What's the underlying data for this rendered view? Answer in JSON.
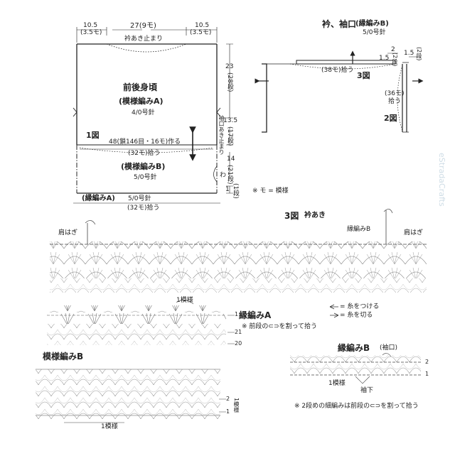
{
  "body": {
    "dim_top_left": "10.5",
    "dim_top_left_sub": "(3.5モ)",
    "dim_top_mid": "27(9モ)",
    "dim_top_right": "10.5",
    "dim_top_right_sub": "(3.5モ)",
    "neck_stop": "衿あき止まり",
    "title": "前後身頃",
    "pattern_a": "(模様編みA)",
    "needle_a": "4/0号針",
    "fig1": "1図",
    "chain_start": "48(鎖146目・16モ)作る",
    "pickup_32_mid": "(32モ)拾う",
    "pattern_b": "(模様編みB)",
    "needle_b": "5/0号針",
    "edge_a": "(縁編みA)",
    "needle_edge": "5/0号針",
    "pickup_32_bottom": "(32モ)拾う",
    "side_23": "23",
    "side_28": "(28段)",
    "side_armhole": "袖口あき止まり",
    "side_13_5": "13.5",
    "side_17": "(17段)",
    "side_14": "14",
    "side_21": "(21段)",
    "side_1": "1",
    "side_1_row": "(1段)",
    "side_wa": "わ",
    "note_mo": "※ モ = 模様"
  },
  "collar": {
    "title": "衿、袖口",
    "pattern": "(縁編みB)",
    "needle": "5/0号針",
    "side_2": "2",
    "side_2_row": "(2段)",
    "val_1_5_a": "1.5",
    "val_1_5_b": "1.5",
    "side_2b": "(2段)",
    "pickup_38": "(38モ)拾う",
    "fig3": "3図",
    "pickup_36": "(36モ)",
    "pickup_36_b": "拾う",
    "fig2": "2図"
  },
  "neck_chart": {
    "title": "3図",
    "subtitle": "衿あき",
    "shoulder_left": "肩はぎ",
    "shoulder_right": "肩はぎ",
    "edge_b": "縁編みB"
  },
  "legend": {
    "join": "= 糸をつける",
    "cut": "= 糸を切る"
  },
  "edge_a_chart": {
    "one_repeat": "1模様",
    "title": "縁編みA",
    "note": "※ 前段の⊂⊃を割って拾う",
    "row1": "1",
    "row21": "21",
    "row20": "20"
  },
  "pattern_b_chart": {
    "title": "模様編みB",
    "one_repeat": "1模様",
    "row2": "2",
    "row1": "1",
    "repeat_side": "1模様"
  },
  "edge_b_chart": {
    "title": "縁編みB",
    "subtitle": "(袖口)",
    "one_repeat": "1模様",
    "underarm": "袖下",
    "row2": "2",
    "row1": "1",
    "note": "※ 2段めの細編みは前段の⊂⊃を割って拾う"
  },
  "watermark": "eStradaCrafts"
}
